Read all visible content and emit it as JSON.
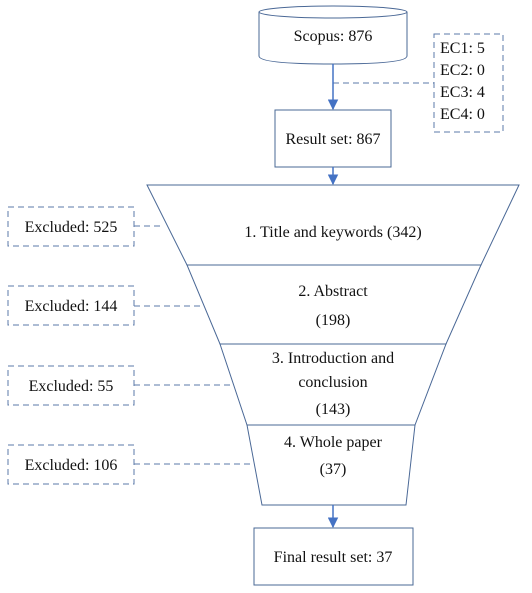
{
  "source": {
    "label": "Scopus: 876"
  },
  "exclusion_criteria": [
    "EC1: 5",
    "EC2: 0",
    "EC3: 4",
    "EC4: 0"
  ],
  "result_set": {
    "label": "Result set: 867"
  },
  "funnel_stages": [
    {
      "title_lines": [
        "1. Title and keywords (342)"
      ],
      "count": "",
      "excluded": "Excluded: 525"
    },
    {
      "title_lines": [
        "2. Abstract"
      ],
      "count": "(198)",
      "excluded": "Excluded: 144"
    },
    {
      "title_lines": [
        "3. Introduction and",
        "conclusion"
      ],
      "count": "(143)",
      "excluded": "Excluded: 55"
    },
    {
      "title_lines": [
        "4. Whole paper"
      ],
      "count": "(37)",
      "excluded": "Excluded: 106"
    }
  ],
  "final": {
    "label": "Final result set: 37"
  },
  "colors": {
    "stroke": "#4a6896",
    "arrow": "#4472c4",
    "dash": "#5b7aa8",
    "text": "#111111"
  }
}
